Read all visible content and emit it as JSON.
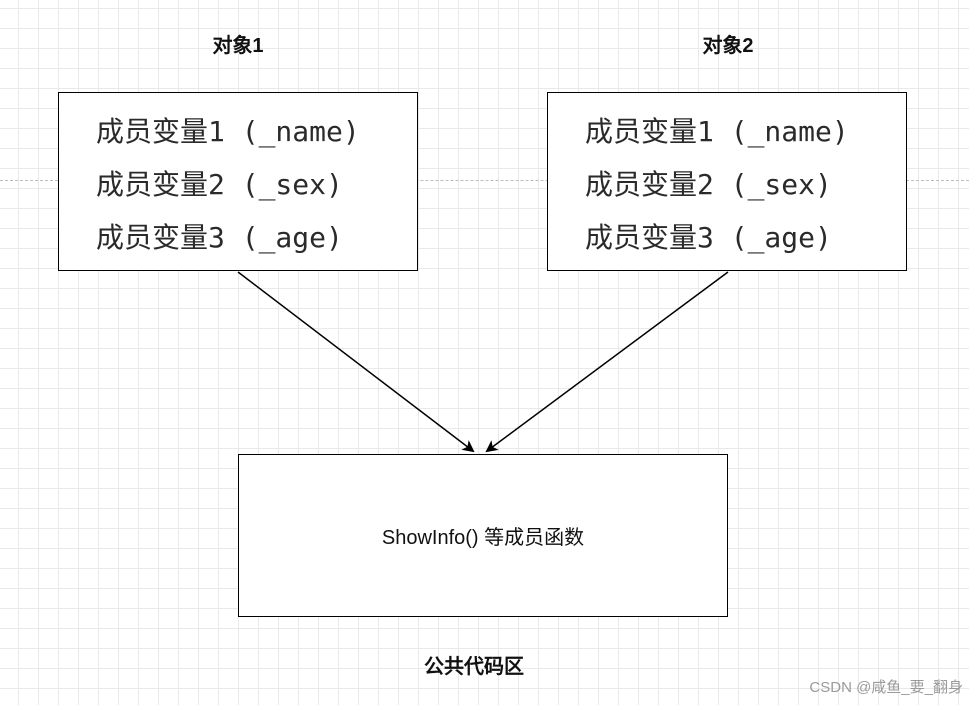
{
  "objects": [
    {
      "title": "对象1",
      "members": [
        "成员变量1 (_name)",
        "成员变量2 (_sex)",
        "成员变量3 (_age)"
      ]
    },
    {
      "title": "对象2",
      "members": [
        "成员变量1 (_name)",
        "成员变量2 (_sex)",
        "成员变量3 (_age)"
      ]
    }
  ],
  "common_area": {
    "content": "ShowInfo() 等成员函数",
    "label": "公共代码区"
  },
  "watermark": "CSDN @咸鱼_要_翻身"
}
